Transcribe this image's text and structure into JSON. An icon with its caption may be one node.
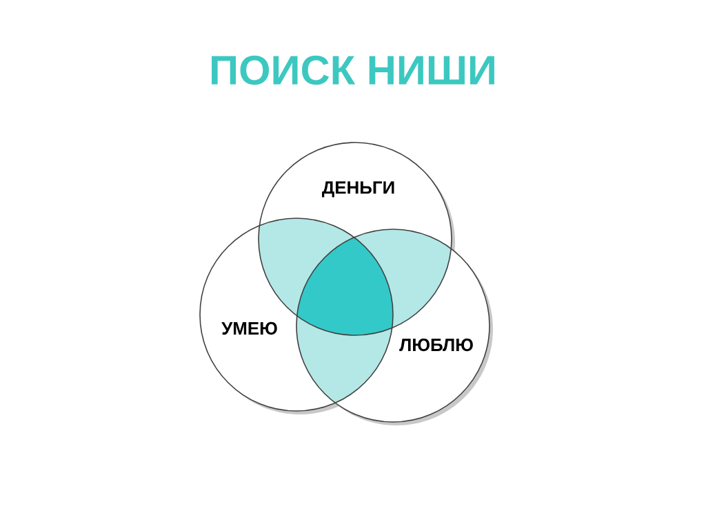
{
  "diagram": {
    "title": "ПОИСК НИШИ",
    "nodes": [
      {
        "text": [
          "ДЕНЬГИ"
        ]
      },
      {
        "text": [
          "УМЕЮ"
        ]
      },
      {
        "text": [
          "ЛЮБЛЮ"
        ]
      }
    ]
  }
}
